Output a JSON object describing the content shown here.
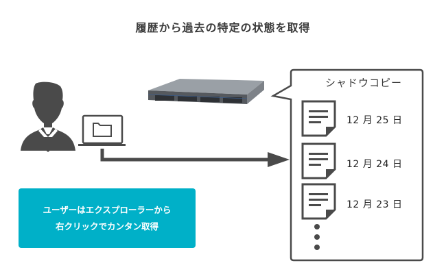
{
  "title": "履歴から過去の特定の状態を取得",
  "callout": {
    "label": "シャドウコピー",
    "entries": [
      {
        "icon": "document-icon",
        "date": "12 月 25 日"
      },
      {
        "icon": "document-icon",
        "date": "12 月 24 日"
      },
      {
        "icon": "document-icon",
        "date": "12 月 23 日"
      }
    ],
    "more_indicator": "vertical-ellipsis-icon"
  },
  "actors": {
    "user": "user-icon",
    "laptop": "laptop-folder-icon",
    "server": "nas-server-icon"
  },
  "info_box": {
    "line1": "ユーザーはエクスプローラーから",
    "line2": "右クリックでカンタン取得",
    "color": "#00b0c8"
  },
  "colors": {
    "icon": "#4a4a4a",
    "accent": "#00b0c8"
  }
}
